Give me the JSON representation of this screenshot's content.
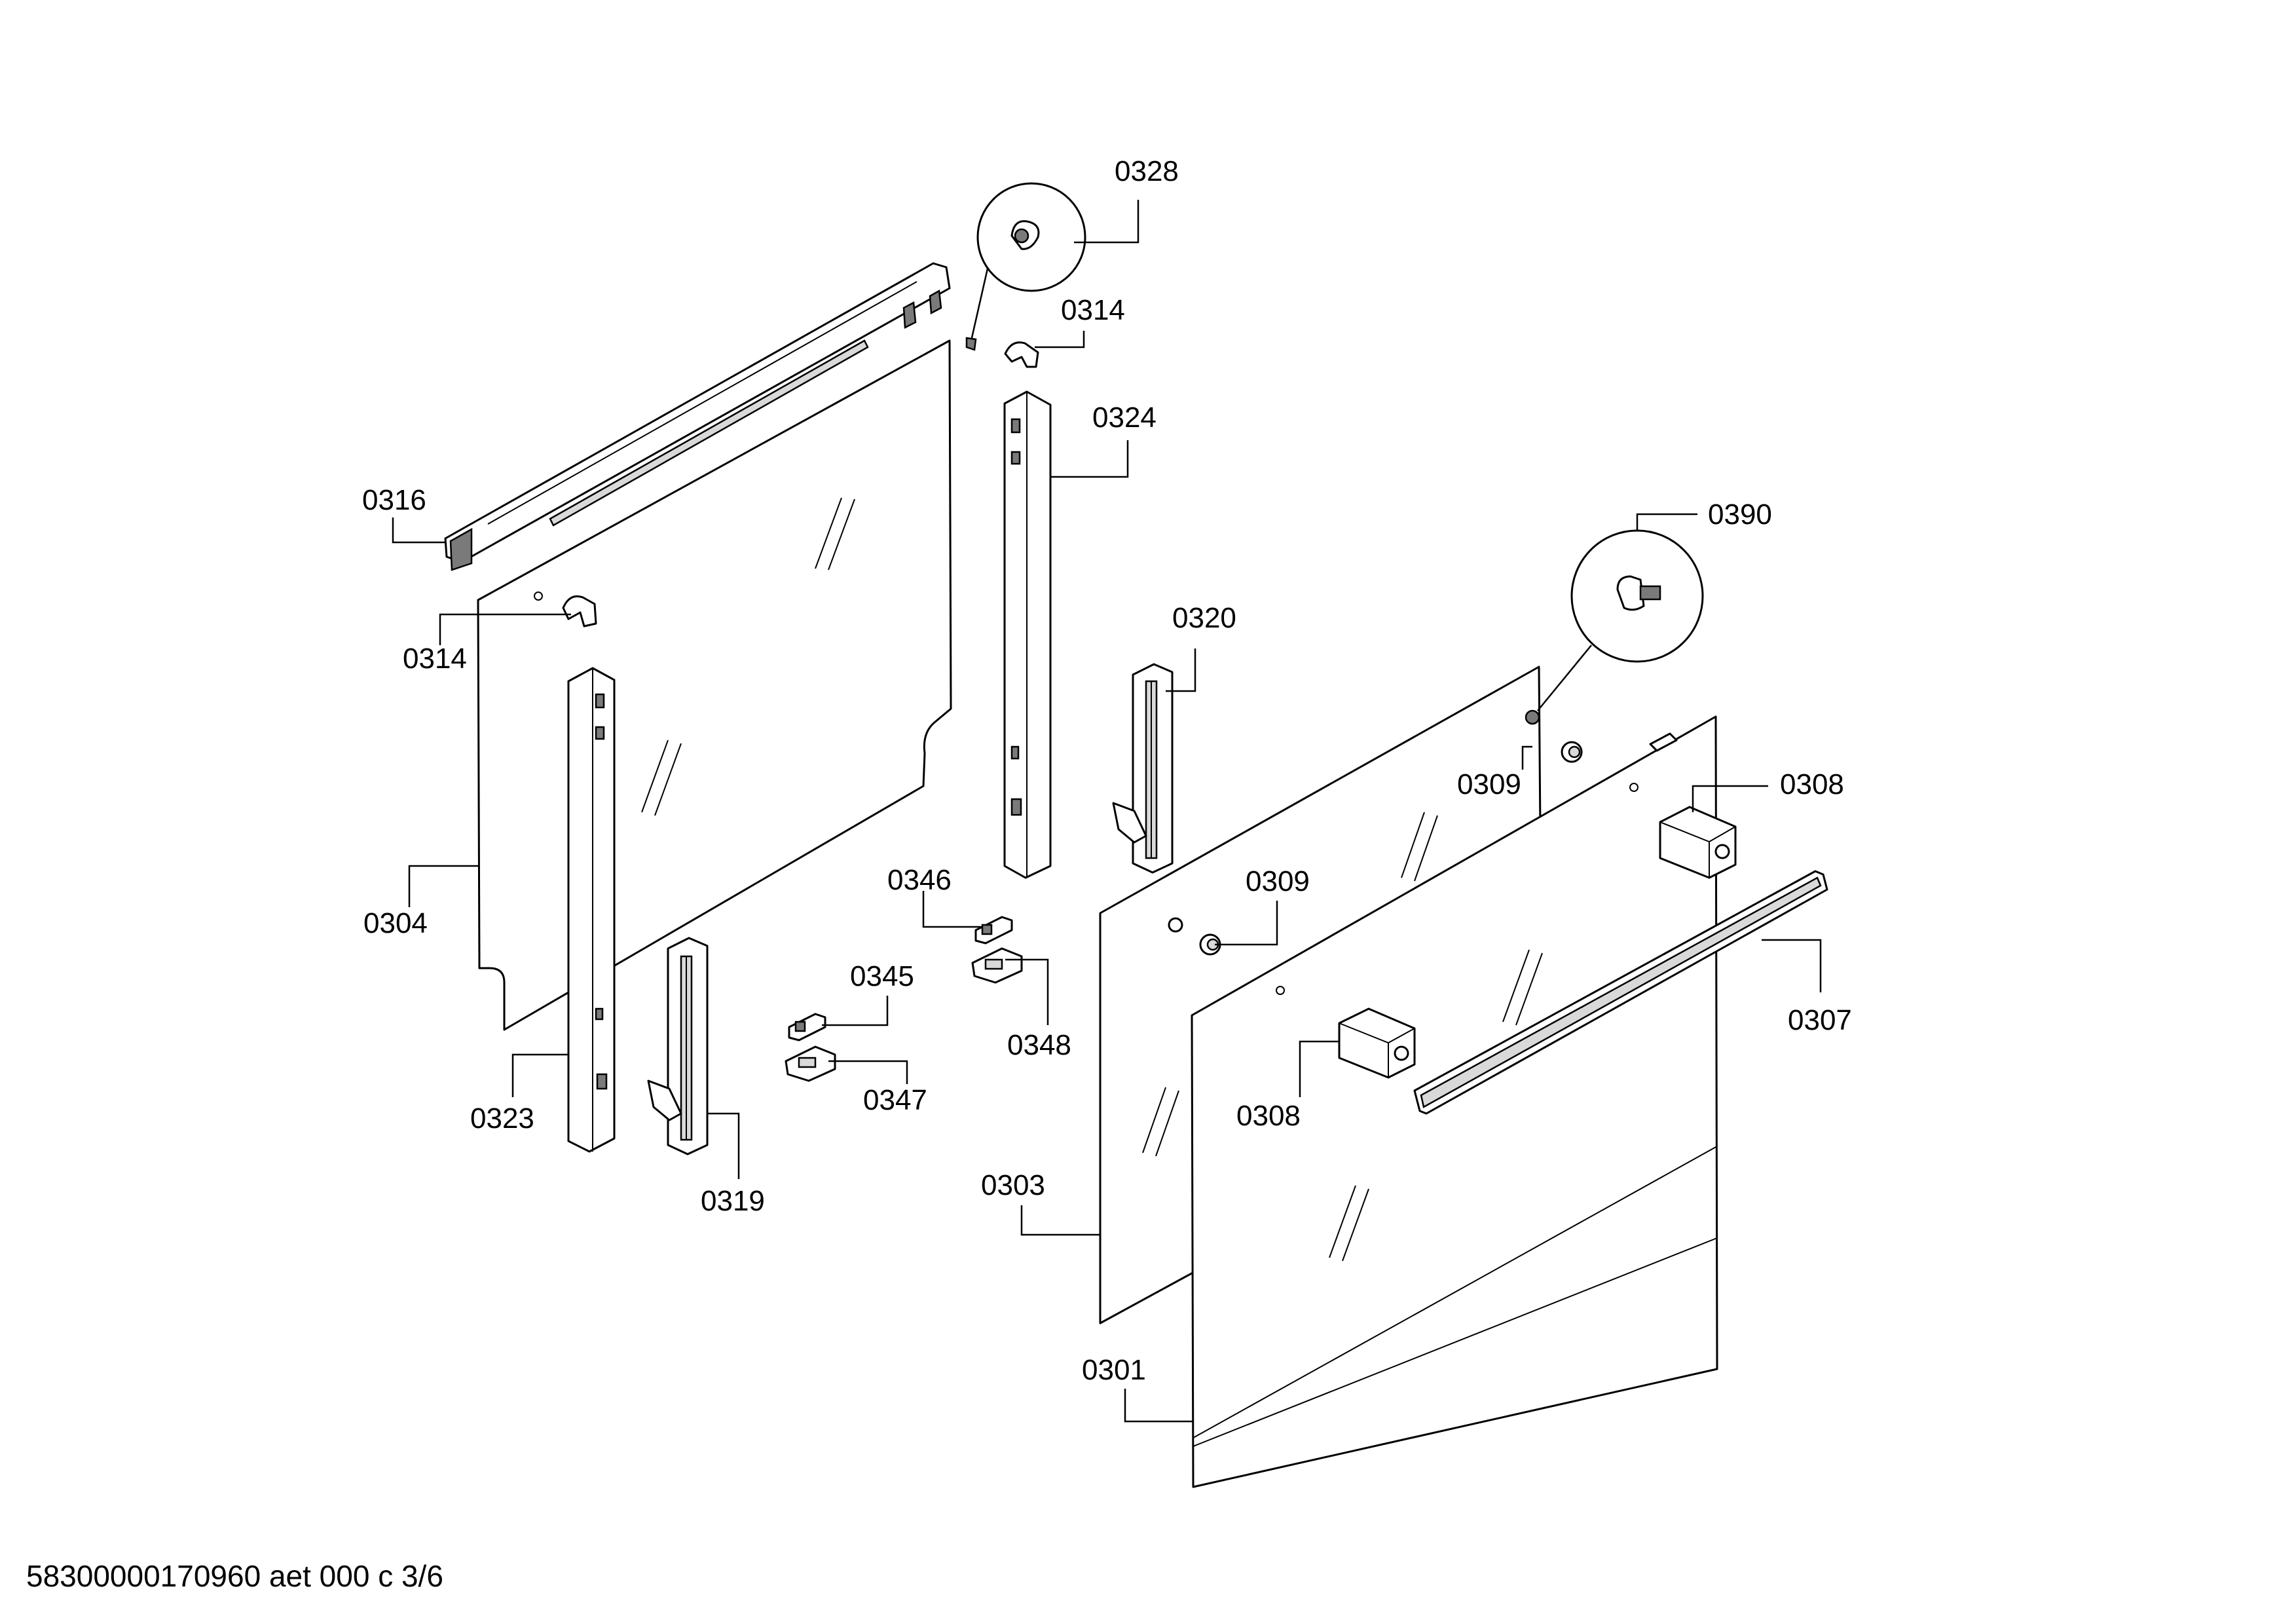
{
  "labels": {
    "p0328": "0328",
    "p0314_top": "0314",
    "p0324": "0324",
    "p0316": "0316",
    "p0390": "0390",
    "p0314_left": "0314",
    "p0320": "0320",
    "p0309_right": "0309",
    "p0308_right": "0308",
    "p0346": "0346",
    "p0309_mid": "0309",
    "p0304": "0304",
    "p0345": "0345",
    "p0348": "0348",
    "p0307": "0307",
    "p0347": "0347",
    "p0308_mid": "0308",
    "p0323": "0323",
    "p0319": "0319",
    "p0303": "0303",
    "p0301": "0301"
  },
  "footer": {
    "doc_id": "58300000170960 aet 000 c 3/6"
  }
}
